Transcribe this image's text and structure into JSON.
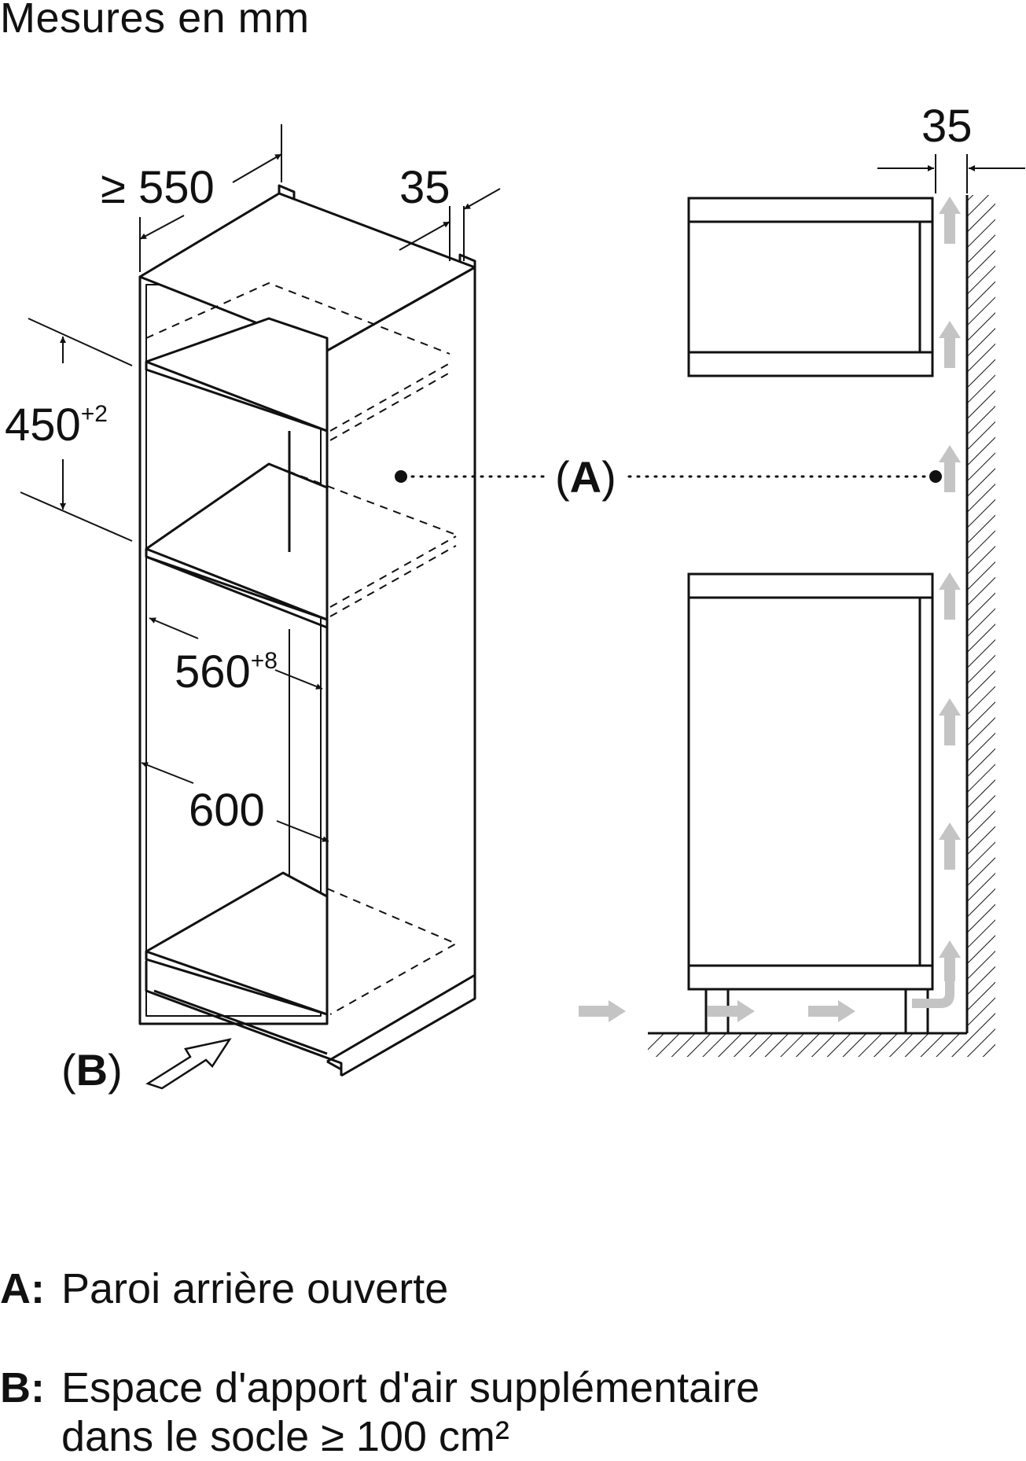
{
  "title": "Mesures en mm",
  "dimensions": {
    "depth_min": "≥ 550",
    "vent_gap_left": "35",
    "height": "450",
    "height_tol": "+2",
    "inner_width": "560",
    "inner_width_tol": "+8",
    "outer_width": "600",
    "vent_gap_right": "35"
  },
  "callouts": {
    "a": {
      "open": "(",
      "letter": "A",
      "close": ")"
    },
    "b": {
      "open": "(",
      "letter": "B",
      "close": ")"
    }
  },
  "legend": [
    {
      "key": "A:",
      "text": "Paroi arrière ouverte"
    },
    {
      "key": "B:",
      "text": "Espace d'apport d'air supplémentaire",
      "text2": "dans le socle ≥ 100 cm²"
    }
  ]
}
